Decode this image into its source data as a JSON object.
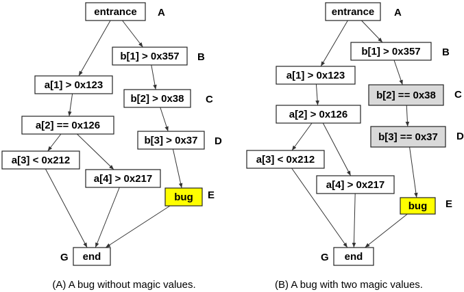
{
  "panel_a": {
    "caption": "(A) A bug without magic values.",
    "nodes": {
      "entrance": {
        "text": "entrance",
        "label": "A",
        "fill": "#ffffff"
      },
      "b1": {
        "text": "b[1] > 0x357",
        "label": "B",
        "fill": "#ffffff"
      },
      "b2": {
        "text": "b[2] > 0x38",
        "label": "C",
        "fill": "#ffffff"
      },
      "b3": {
        "text": "b[3] > 0x37",
        "label": "D",
        "fill": "#ffffff"
      },
      "bug": {
        "text": "bug",
        "label": "E",
        "fill": "#ffff00"
      },
      "end": {
        "text": "end",
        "label": "G",
        "fill": "#ffffff"
      },
      "a1": {
        "text": "a[1] > 0x123",
        "label": "",
        "fill": "#ffffff"
      },
      "a2": {
        "text": "a[2] == 0x126",
        "label": "",
        "fill": "#ffffff"
      },
      "a3": {
        "text": "a[3] < 0x212",
        "label": "",
        "fill": "#ffffff"
      },
      "a4": {
        "text": "a[4] > 0x217",
        "label": "",
        "fill": "#ffffff"
      }
    }
  },
  "panel_b": {
    "caption": "(B) A bug with two magic values.",
    "nodes": {
      "entrance": {
        "text": "entrance",
        "label": "A",
        "fill": "#ffffff"
      },
      "b1": {
        "text": "b[1] > 0x357",
        "label": "B",
        "fill": "#ffffff"
      },
      "b2": {
        "text": "b[2] == 0x38",
        "label": "C",
        "fill": "#d9d9d9"
      },
      "b3": {
        "text": "b[3] == 0x37",
        "label": "D",
        "fill": "#d9d9d9"
      },
      "bug": {
        "text": "bug",
        "label": "E",
        "fill": "#ffff00"
      },
      "end": {
        "text": "end",
        "label": "G",
        "fill": "#ffffff"
      },
      "a1": {
        "text": "a[1] > 0x123",
        "label": "",
        "fill": "#ffffff"
      },
      "a2": {
        "text": "a[2] > 0x126",
        "label": "",
        "fill": "#ffffff"
      },
      "a3": {
        "text": "a[3] < 0x212",
        "label": "",
        "fill": "#ffffff"
      },
      "a4": {
        "text": "a[4] > 0x217",
        "label": "",
        "fill": "#ffffff"
      }
    }
  },
  "edges": [
    [
      "entrance",
      "b1"
    ],
    [
      "entrance",
      "a1"
    ],
    [
      "b1",
      "b2"
    ],
    [
      "b2",
      "b3"
    ],
    [
      "b3",
      "bug"
    ],
    [
      "bug",
      "end"
    ],
    [
      "a1",
      "a2"
    ],
    [
      "a2",
      "a3"
    ],
    [
      "a2",
      "a4"
    ],
    [
      "a3",
      "end"
    ],
    [
      "a4",
      "end"
    ]
  ]
}
